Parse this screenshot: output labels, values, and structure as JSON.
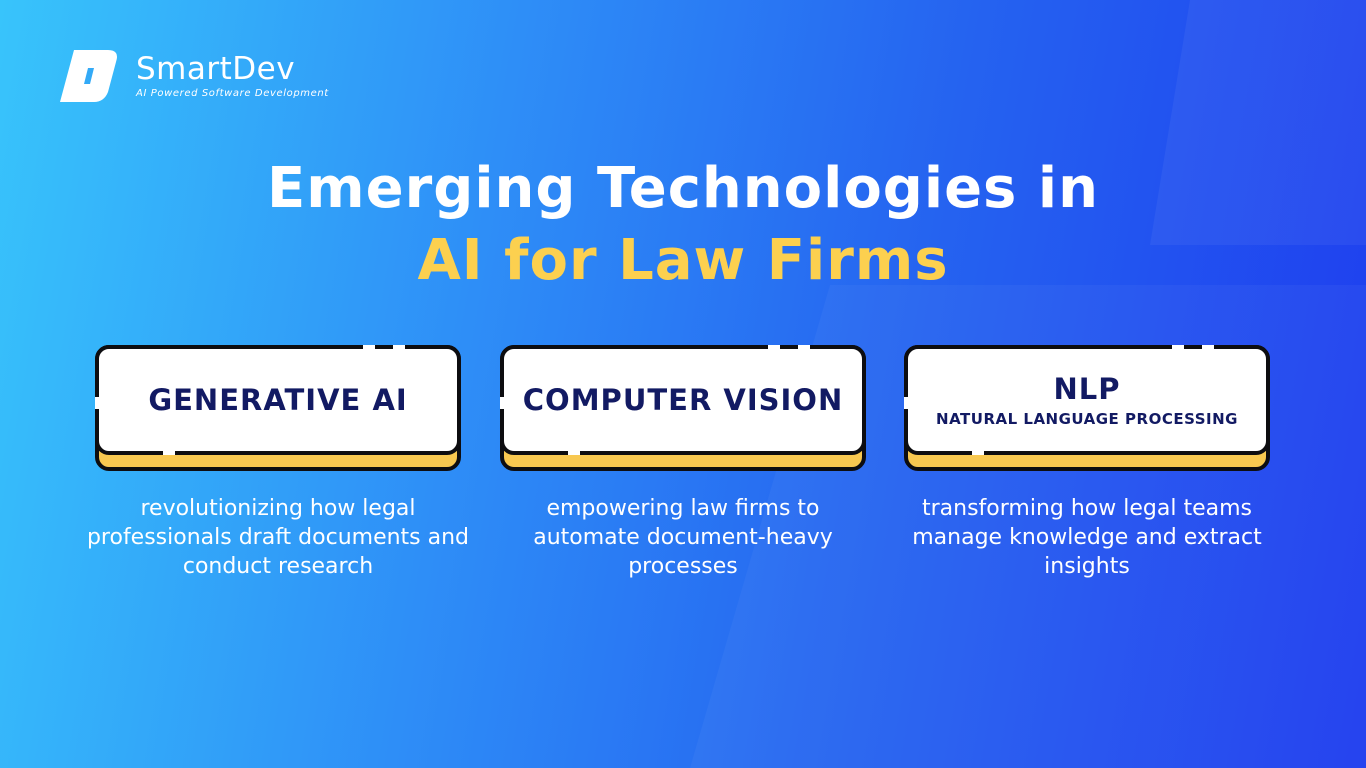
{
  "brand": {
    "name": "SmartDev",
    "tagline": "AI Powered Software Development"
  },
  "title": {
    "line1": "Emerging Technologies in",
    "line2": "AI for Law Firms"
  },
  "colors": {
    "accent": "#fcd04f",
    "card_title": "#121a63",
    "card_base": "#f8c850"
  },
  "cards": [
    {
      "title": "GENERATIVE AI",
      "description": "revolutionizing how legal professionals draft documents and conduct research"
    },
    {
      "title": "COMPUTER VISION",
      "description": "empowering law firms to automate document-heavy processes"
    },
    {
      "title": "NLP",
      "subtitle": "NATURAL LANGUAGE PROCESSING",
      "description": "transforming how legal teams manage knowledge and extract insights"
    }
  ]
}
